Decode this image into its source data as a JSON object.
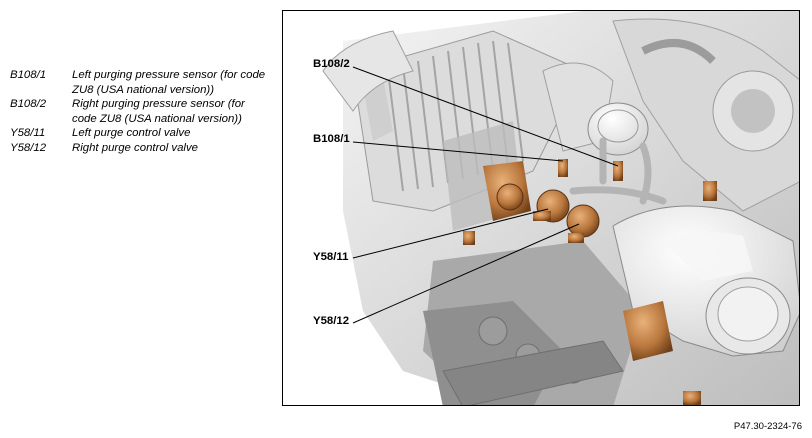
{
  "legend": [
    {
      "code": "B108/1",
      "description": "Left purging pressure sensor (for code ZU8 (USA national version))"
    },
    {
      "code": "B108/2",
      "description": "Right purging pressure sensor (for code ZU8 (USA national version))"
    },
    {
      "code": "Y58/11",
      "description": "Left purge control valve"
    },
    {
      "code": "Y58/12",
      "description": "Right purge control valve"
    }
  ],
  "callouts": {
    "b108_2": "B108/2",
    "b108_1": "B108/1",
    "y58_11": "Y58/11",
    "y58_12": "Y58/12"
  },
  "figure_id": "P47.30-2324-76",
  "colors": {
    "engine_light": "#e8e8e8",
    "engine_mid": "#c9c9c9",
    "engine_dark": "#8e8e8e",
    "component": "#b8763c",
    "component_dark": "#6e3f18"
  }
}
